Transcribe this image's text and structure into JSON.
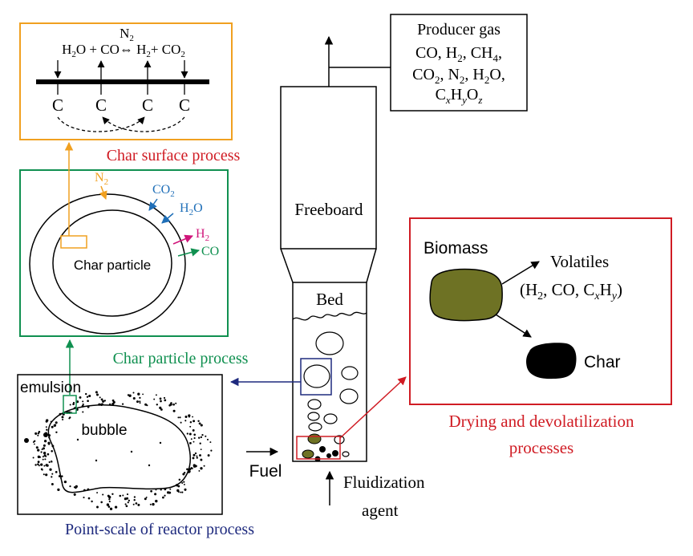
{
  "colors": {
    "orange": "#f0a020",
    "green": "#109050",
    "red": "#d01c24",
    "navy": "#1e2a7e",
    "blue": "#1f6fb8",
    "magenta": "#d0157a",
    "olive": "#6e7224",
    "black": "#000000"
  },
  "producer_gas": {
    "title": "Producer gas",
    "line1": [
      "CO, H",
      "2",
      ", CH",
      "4",
      ","
    ],
    "line2": [
      "CO",
      "2",
      ", N",
      "2",
      ", H",
      "2",
      "O,"
    ],
    "line3": [
      "C",
      "x",
      "H",
      "y",
      "O",
      "z"
    ]
  },
  "reactor": {
    "freeboard": "Freeboard",
    "bed": "Bed",
    "fuel": "Fuel",
    "agent_line1": "Fluidization",
    "agent_line2": "agent"
  },
  "char_surface": {
    "caption": "Char surface process",
    "reaction_n2": [
      "N",
      "2"
    ],
    "reaction": [
      "H",
      "2",
      "O + CO",
      "⇔",
      " H",
      "2",
      "+ CO",
      "2"
    ],
    "sites": [
      "C",
      "C",
      "C",
      "C"
    ]
  },
  "char_particle": {
    "caption": "Char particle process",
    "label": "Char particle",
    "n2": [
      "N",
      "2"
    ],
    "co2": [
      "CO",
      "2"
    ],
    "h2o": [
      "H",
      "2",
      "O"
    ],
    "h2": [
      "H",
      "2"
    ],
    "co": "CO"
  },
  "point_scale": {
    "caption": "Point-scale of reactor process",
    "emulsion": "emulsion",
    "bubble": "bubble"
  },
  "devolatilization": {
    "caption_line1": "Drying and devolatilization",
    "caption_line2": "processes",
    "biomass": "Biomass",
    "volatiles": "Volatiles",
    "volatiles_formula": [
      "(H",
      "2",
      ", CO, C",
      "x",
      "H",
      "y",
      ")"
    ],
    "char": "Char"
  }
}
